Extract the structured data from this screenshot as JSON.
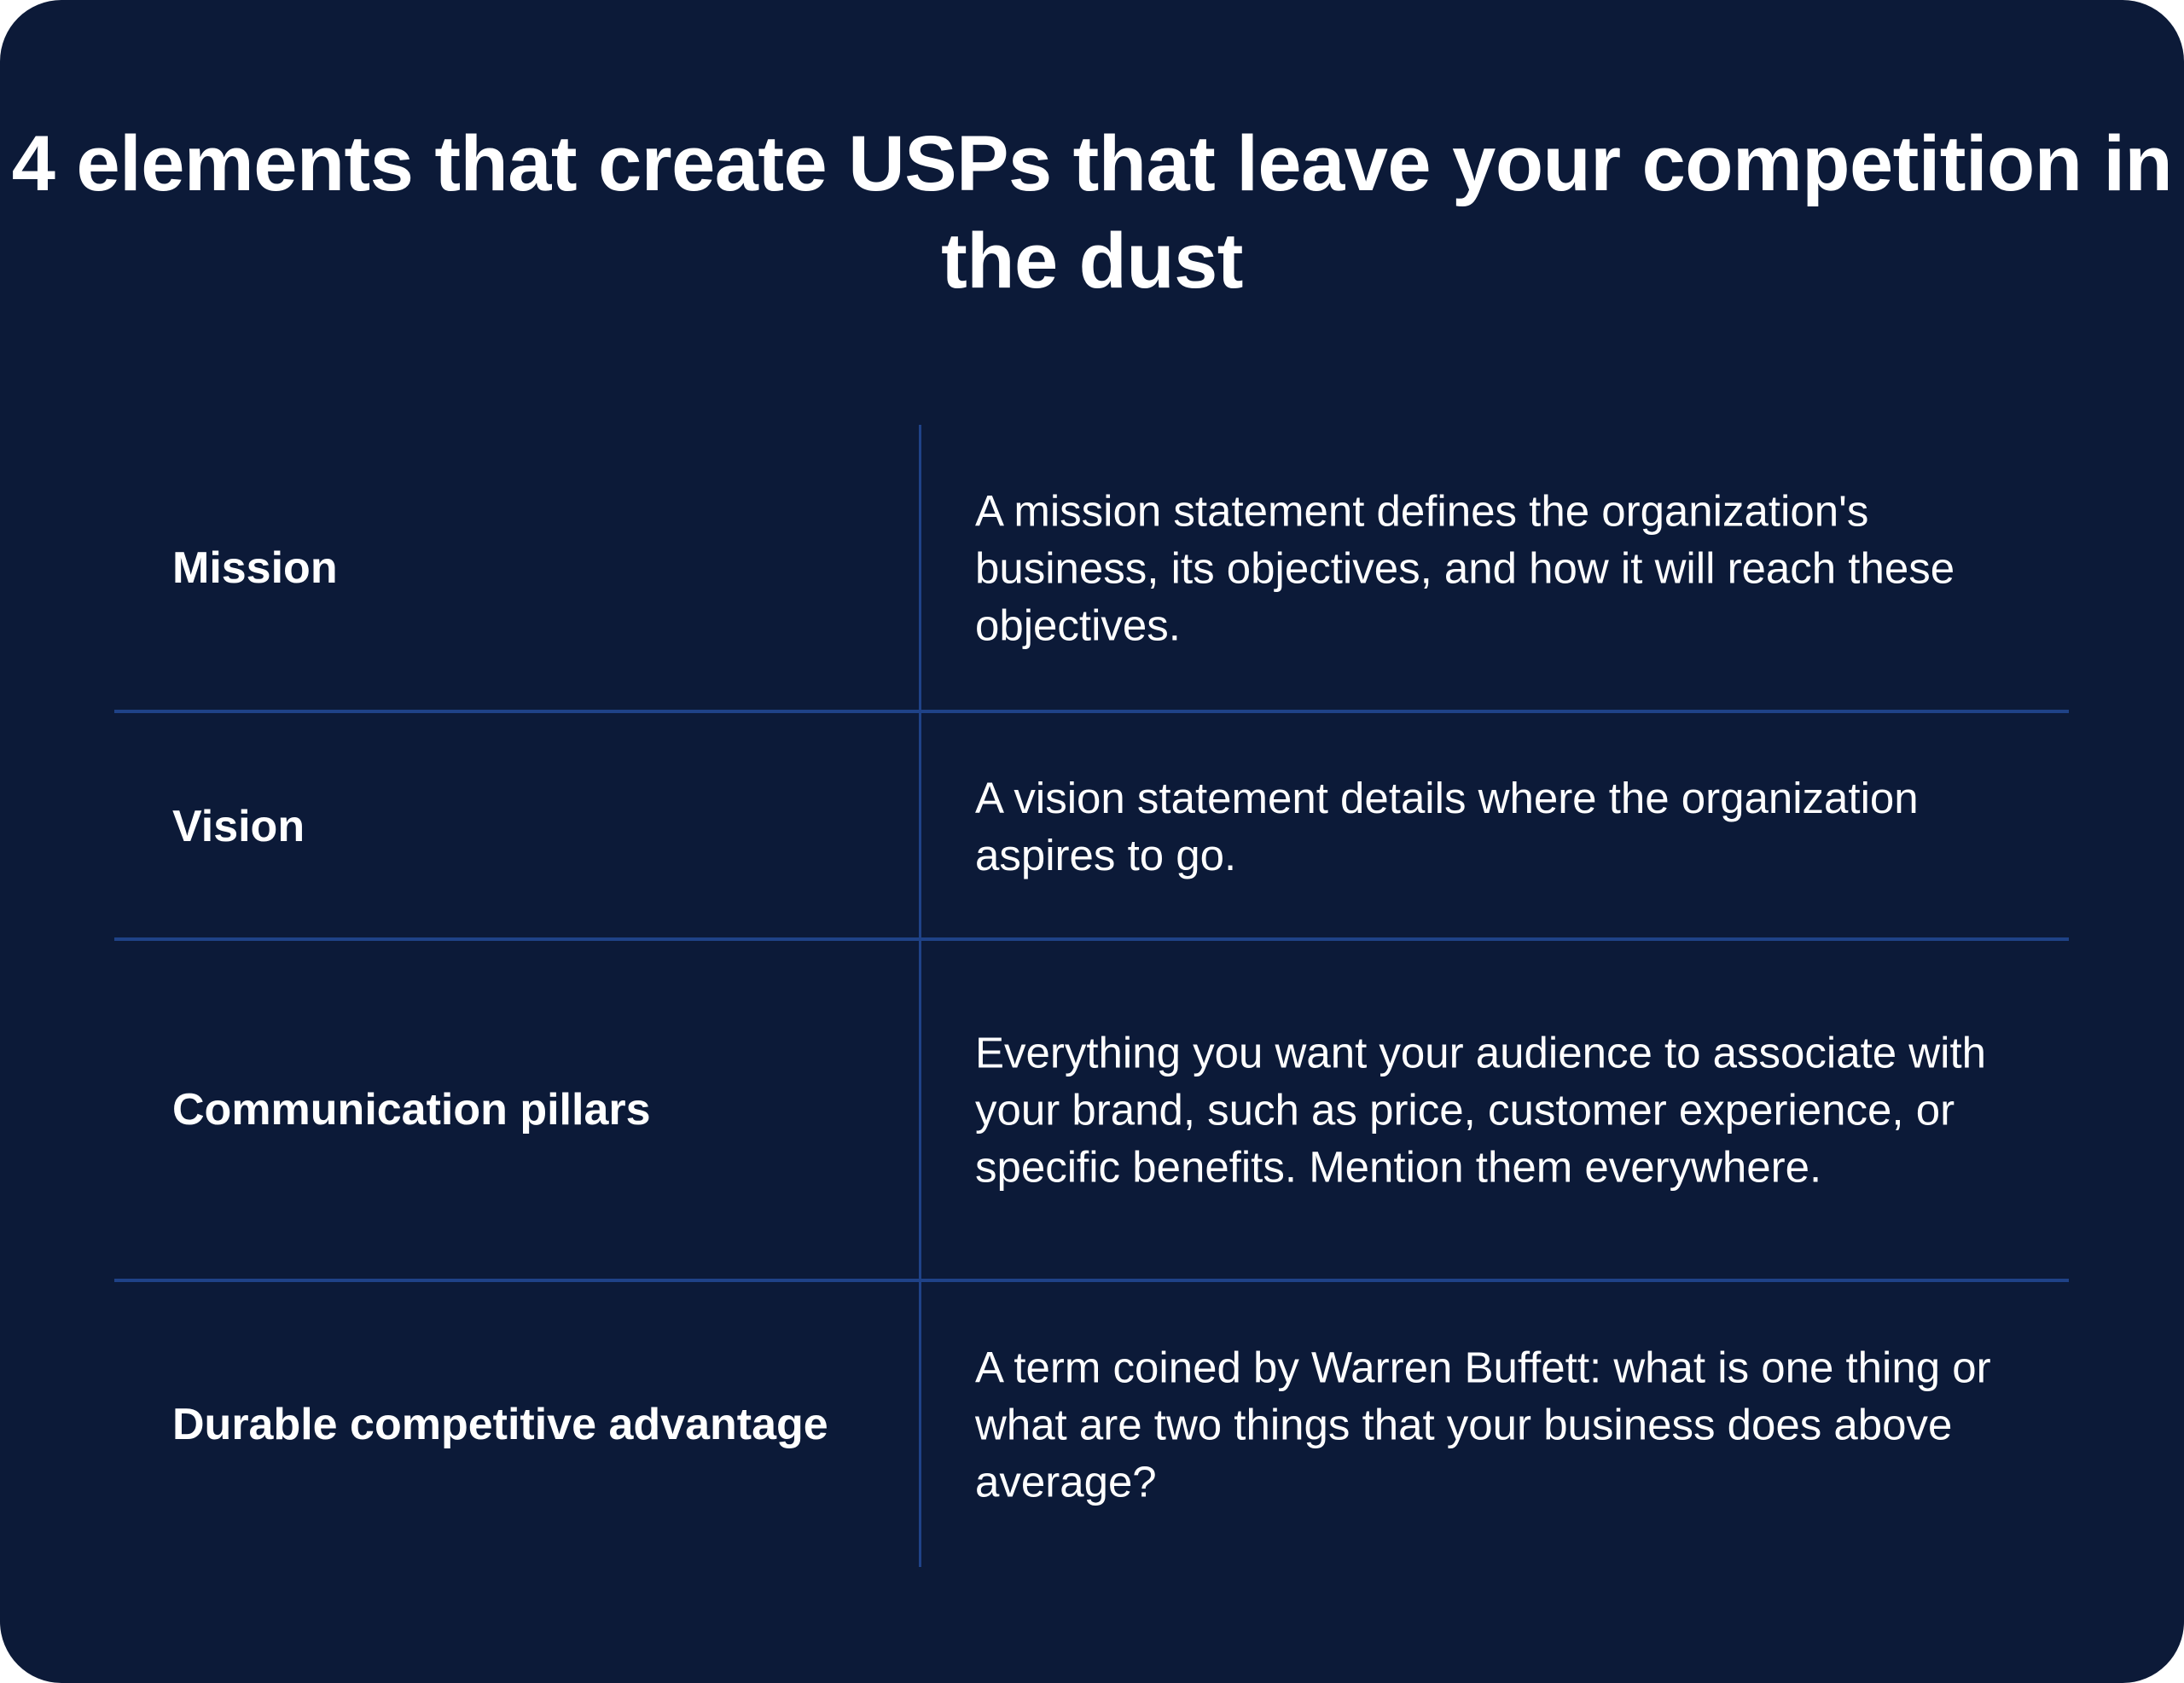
{
  "title": "4 elements that create USPs that leave your competition in the dust",
  "rows": [
    {
      "label": "Mission",
      "description": "A mission statement defines the organization's business, its objectives, and how it will reach these objectives."
    },
    {
      "label": "Vision",
      "description": "A vision statement details where the organization aspires to go."
    },
    {
      "label": "Communication pillars",
      "description": "Everything you want your audience to associate with your brand, such as price, customer experience, or specific benefits. Mention them everywhere."
    },
    {
      "label": "Durable competitive advantage",
      "description": "A term coined by Warren Buffett: what is one thing or what are two things that your business does above average?"
    }
  ],
  "colors": {
    "background": "#0c1a38",
    "divider": "#1f4287",
    "text": "#ffffff"
  }
}
